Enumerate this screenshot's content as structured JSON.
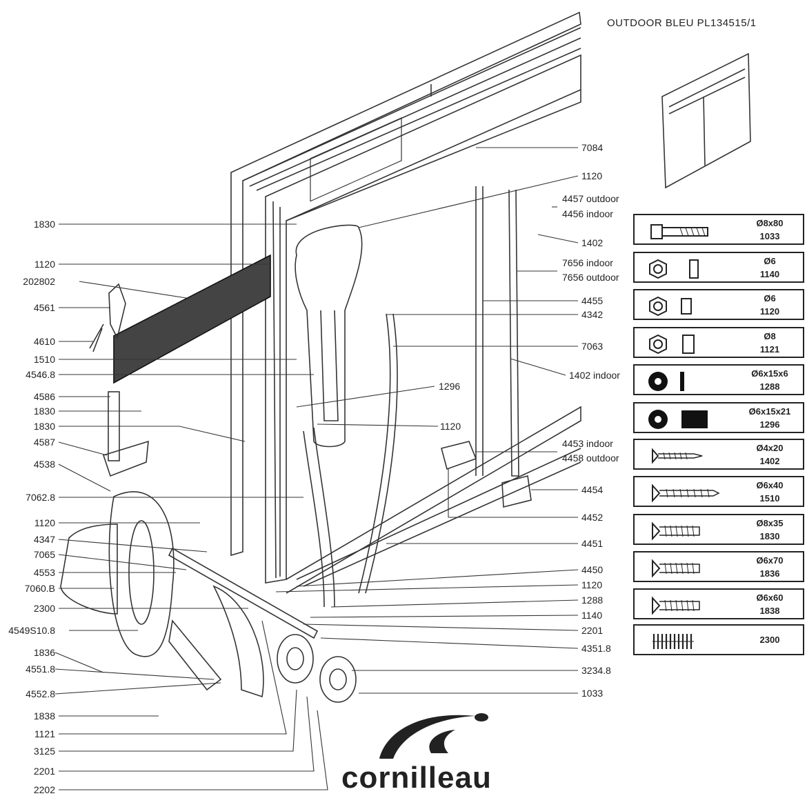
{
  "title": "OUTDOOR  BLEU  PL134515/1",
  "brand": "cornilleau",
  "left_labels": [
    "1830",
    "1120",
    "202802",
    "4561",
    "4610",
    "1510",
    "4546.8",
    "4586",
    "1830",
    "1830",
    "4587",
    "4538",
    "7062.8",
    "1120",
    "4347",
    "7065",
    "4553",
    "7060.B",
    "2300",
    "4549S10.8",
    "1836",
    "4551.8",
    "4552.8",
    "1838",
    "1121",
    "3125",
    "2201",
    "2202"
  ],
  "right_labels": [
    "7084",
    "1120",
    "4457 outdoor",
    "4456 indoor",
    "1402",
    "7656 indoor",
    "7656 outdoor",
    "4455",
    "4342",
    "7063",
    "1402 indoor",
    "1296",
    "1120",
    "4453 indoor",
    "4458 outdoor",
    "4454",
    "4452",
    "4451",
    "4450",
    "1120",
    "1288",
    "1140",
    "2201",
    "4351.8",
    "3234.8",
    "1033"
  ],
  "legend": [
    {
      "icon": "bolt-icon",
      "spec": "Ø8x80",
      "code": "1033"
    },
    {
      "icon": "nut-icon",
      "spec": "Ø6",
      "code": "1140"
    },
    {
      "icon": "lock-nut-icon",
      "spec": "Ø6",
      "code": "1120"
    },
    {
      "icon": "lock-nut-icon",
      "spec": "Ø8",
      "code": "1121"
    },
    {
      "icon": "washer-icon",
      "spec": "Ø6x15x6",
      "code": "1288"
    },
    {
      "icon": "spacer-icon",
      "spec": "Ø6x15x21",
      "code": "1296"
    },
    {
      "icon": "screw-icon",
      "spec": "Ø4x20",
      "code": "1402"
    },
    {
      "icon": "screw-icon",
      "spec": "Ø6x40",
      "code": "1510"
    },
    {
      "icon": "screw-icon",
      "spec": "Ø8x35",
      "code": "1830"
    },
    {
      "icon": "screw-icon",
      "spec": "Ø6x70",
      "code": "1836"
    },
    {
      "icon": "screw-icon",
      "spec": "Ø6x60",
      "code": "1838"
    },
    {
      "icon": "spring-icon",
      "spec": "",
      "code": "2300"
    }
  ]
}
